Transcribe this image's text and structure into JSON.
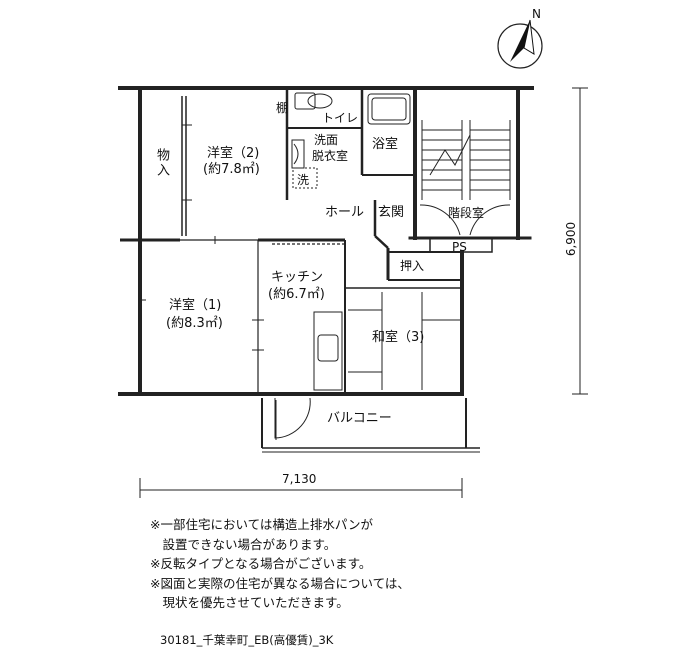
{
  "compass": {
    "label": "N"
  },
  "rooms": {
    "western2_name": "洋室（2)",
    "western2_area": "(約7.8㎡)",
    "western1_name": "洋室（1)",
    "western1_area": "(約8.3㎡)",
    "kitchen_name": "キッチン",
    "kitchen_area": "(約6.7㎡)",
    "japanese3": "和室（3)",
    "storage": "物入",
    "shelf": "棚",
    "toilet": "トイレ",
    "washroom_line1": "洗面",
    "washroom_line2": "脱衣室",
    "washer": "洗",
    "bath": "浴室",
    "hall": "ホール",
    "entrance": "玄関",
    "stairwell": "階段室",
    "ps": "PS",
    "closet": "押入",
    "balcony": "バルコニー"
  },
  "dimensions": {
    "width": "7,130",
    "depth": "6,900"
  },
  "notes": [
    "※一部住宅においては構造上排水パンが",
    "　設置できない場合があります。",
    "※反転タイプとなる場合がございます。",
    "※図面と実際の住宅が異なる場合については、",
    "　現状を優先させていただきます。"
  ],
  "caption": "30181_千葉幸町_EB(高優賃)_3K"
}
